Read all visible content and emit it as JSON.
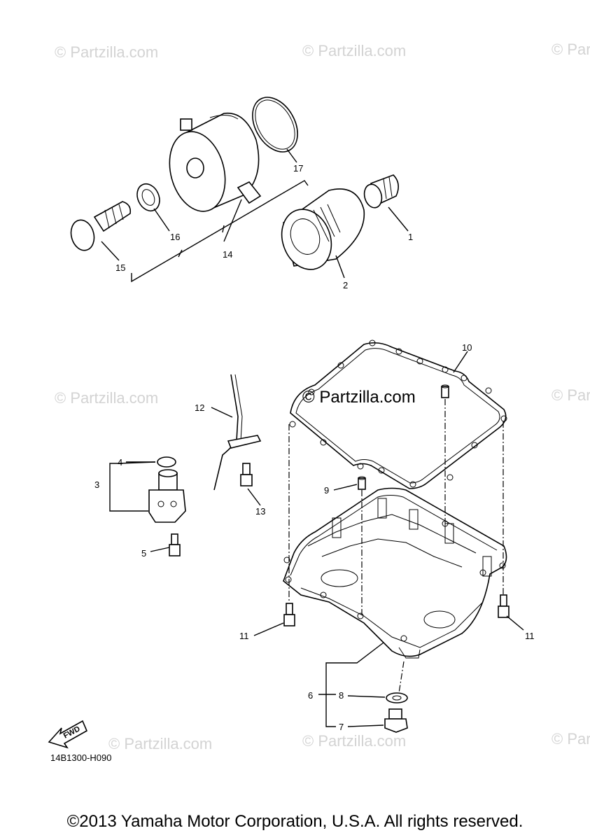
{
  "watermark": "© Partzilla.com",
  "callouts": {
    "c1": "1",
    "c2": "2",
    "c3": "3",
    "c4": "4",
    "c5": "5",
    "c6": "6",
    "c7": "7",
    "c8": "8",
    "c9": "9",
    "c10": "10",
    "c11": "11",
    "c12": "12",
    "c13": "13",
    "c14": "14",
    "c15": "15",
    "c16": "16",
    "c17": "17"
  },
  "reference_code": "14B1300-H090",
  "fwd_label": "FWD",
  "copyright": "©2013 Yamaha Motor Corporation, U.S.A. All rights reserved."
}
